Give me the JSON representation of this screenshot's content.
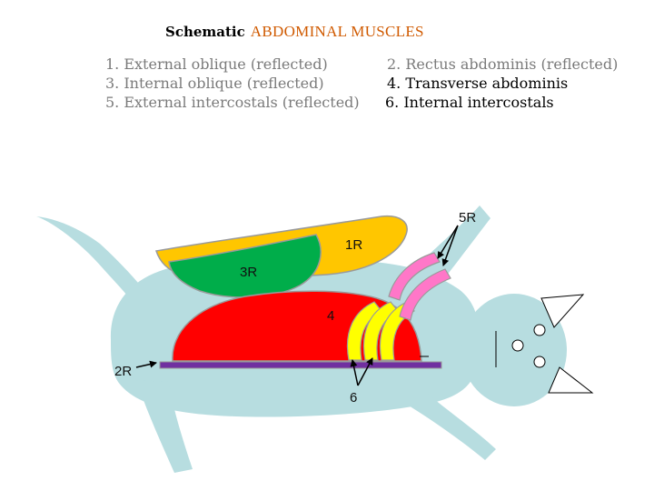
{
  "title": {
    "prefix": "Schematic",
    "main": "ABDOMINAL  MUSCLES"
  },
  "legend": [
    {
      "text": "1. External oblique (reflected)"
    },
    {
      "text": "2. Rectus abdominis (reflected)"
    },
    {
      "text": "3. Internal oblique  (reflected)"
    },
    {
      "text": "4. Transverse abdominis"
    },
    {
      "text": "5. External intercostals (reflected)"
    },
    {
      "text": "6. Internal intercostals"
    }
  ],
  "labels": {
    "l1R": "1R",
    "l2R": "2R",
    "l3R": "3R",
    "l4": "4",
    "l5R": "5R",
    "l6": "6"
  },
  "colors": {
    "title_accent": "#d05a00",
    "legend_gray": "#7a7a7a",
    "legend_black": "#000000",
    "body": "#b7dde0",
    "external_oblique": "#ffc600",
    "internal_oblique": "#00ad4a",
    "transverse": "#ff0000",
    "rectus": "#7030a0",
    "external_intercostals": "#ff77c8",
    "internal_intercostals": "#ffff00"
  }
}
